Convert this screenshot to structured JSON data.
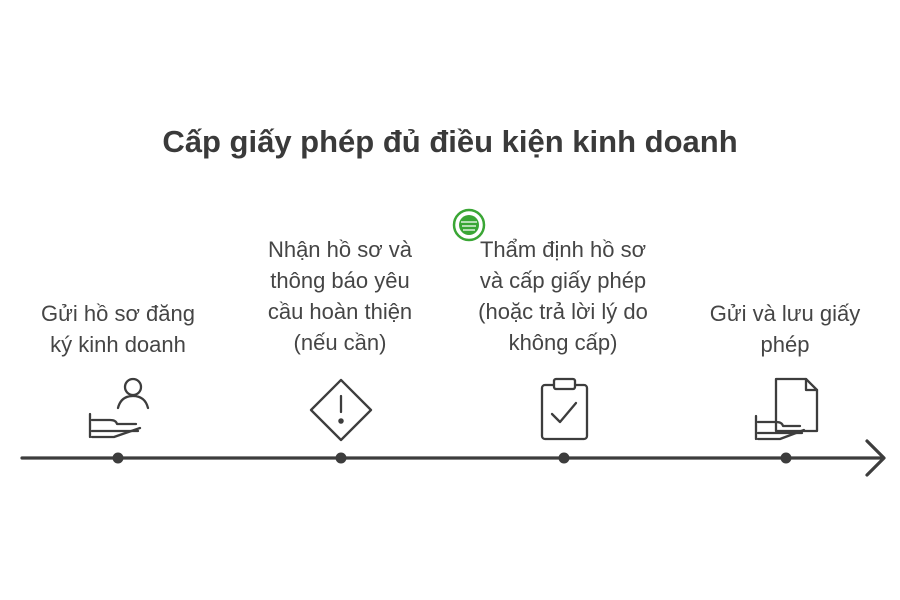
{
  "title": "Cấp giấy phép đủ điều kiện kinh doanh",
  "steps": [
    {
      "lines": [
        "Gửi hồ sơ đăng",
        "ký kinh doanh"
      ],
      "icon": "hand-user-icon"
    },
    {
      "lines": [
        "Nhận hồ sơ và",
        "thông báo yêu",
        "cầu hoàn thiện",
        "(nếu cần)"
      ],
      "icon": "warning-diamond-icon"
    },
    {
      "lines": [
        "Thẩm định hồ sơ",
        "và cấp giấy phép",
        "(hoặc trả lời lý do",
        "không cấp)"
      ],
      "icon": "clipboard-check-icon"
    },
    {
      "lines": [
        "Gửi và lưu giấy",
        "phép"
      ],
      "icon": "hand-document-icon"
    }
  ],
  "colors": {
    "line": "#3d3d3d",
    "text": "#454545",
    "badge": "#3aa635"
  }
}
